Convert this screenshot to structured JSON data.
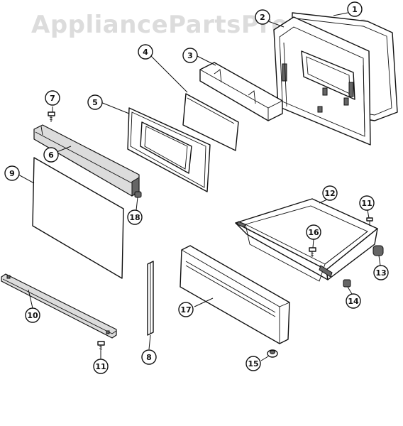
{
  "watermark": "AppliancePartsPros.com",
  "callouts": [
    {
      "label": "1"
    },
    {
      "label": "2"
    },
    {
      "label": "3"
    },
    {
      "label": "4"
    },
    {
      "label": "5"
    },
    {
      "label": "6"
    },
    {
      "label": "7"
    },
    {
      "label": "8"
    },
    {
      "label": "9"
    },
    {
      "label": "10"
    },
    {
      "label": "11"
    },
    {
      "label": "11"
    },
    {
      "label": "12"
    },
    {
      "label": "13"
    },
    {
      "label": "14"
    },
    {
      "label": "15"
    },
    {
      "label": "16"
    },
    {
      "label": "17"
    },
    {
      "label": "18"
    }
  ]
}
